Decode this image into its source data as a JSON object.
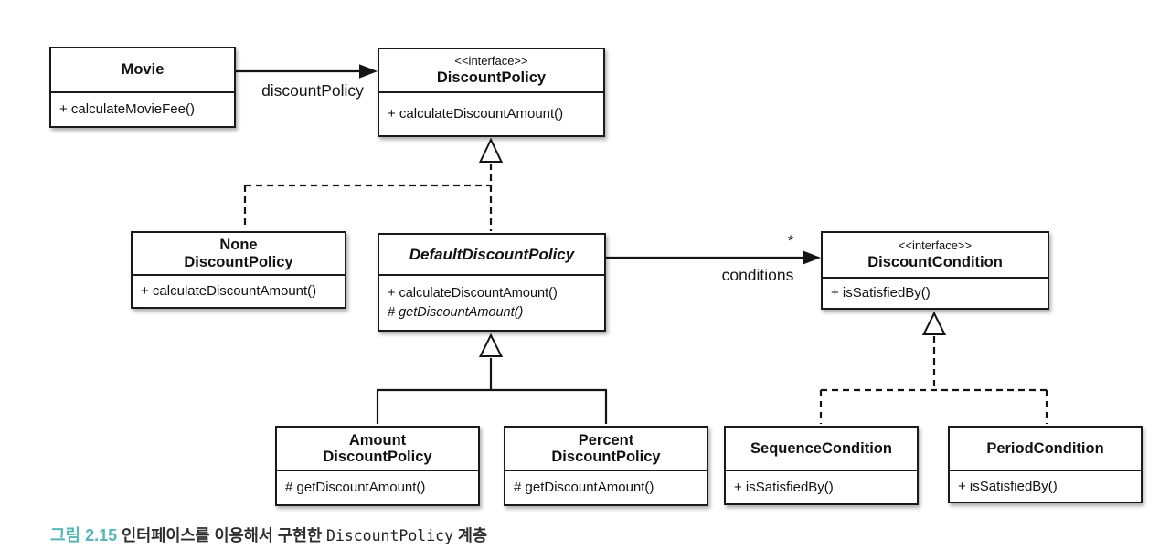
{
  "diagram": {
    "movie": {
      "name": "Movie",
      "method_0": "+ calculateMovieFee()"
    },
    "discount_policy": {
      "stereotype": "<<interface>>",
      "name": "DiscountPolicy",
      "method_0": "+ calculateDiscountAmount()"
    },
    "none_discount_policy": {
      "name": "None\nDiscountPolicy",
      "method_0": "+ calculateDiscountAmount()"
    },
    "default_discount_policy": {
      "name": "DefaultDiscountPolicy",
      "method_0": "+ calculateDiscountAmount()",
      "method_1": "# getDiscountAmount()"
    },
    "discount_condition": {
      "stereotype": "<<interface>>",
      "name": "DiscountCondition",
      "method_0": "+ isSatisfiedBy()"
    },
    "amount_discount_policy": {
      "name": "Amount\nDiscountPolicy",
      "method_0": "# getDiscountAmount()"
    },
    "percent_discount_policy": {
      "name": "Percent\nDiscountPolicy",
      "method_0": "# getDiscountAmount()"
    },
    "sequence_condition": {
      "name": "SequenceCondition",
      "method_0": "+ isSatisfiedBy()"
    },
    "period_condition": {
      "name": "PeriodCondition",
      "method_0": "+ isSatisfiedBy()"
    },
    "labels": {
      "movie_association": "discountPolicy",
      "conditions_association": "conditions",
      "conditions_multiplicity": "*"
    }
  },
  "caption": {
    "figure_label": "그림 2.15",
    "text": "인터페이스를 이용해서 구현한",
    "code": "DiscountPolicy",
    "suffix": "계층"
  },
  "colors": {
    "line": "#141414",
    "box_border": "#1a1a1a",
    "caption_label": "#57b6b9",
    "caption_text": "#2e2e2e",
    "background": "#ffffff"
  }
}
